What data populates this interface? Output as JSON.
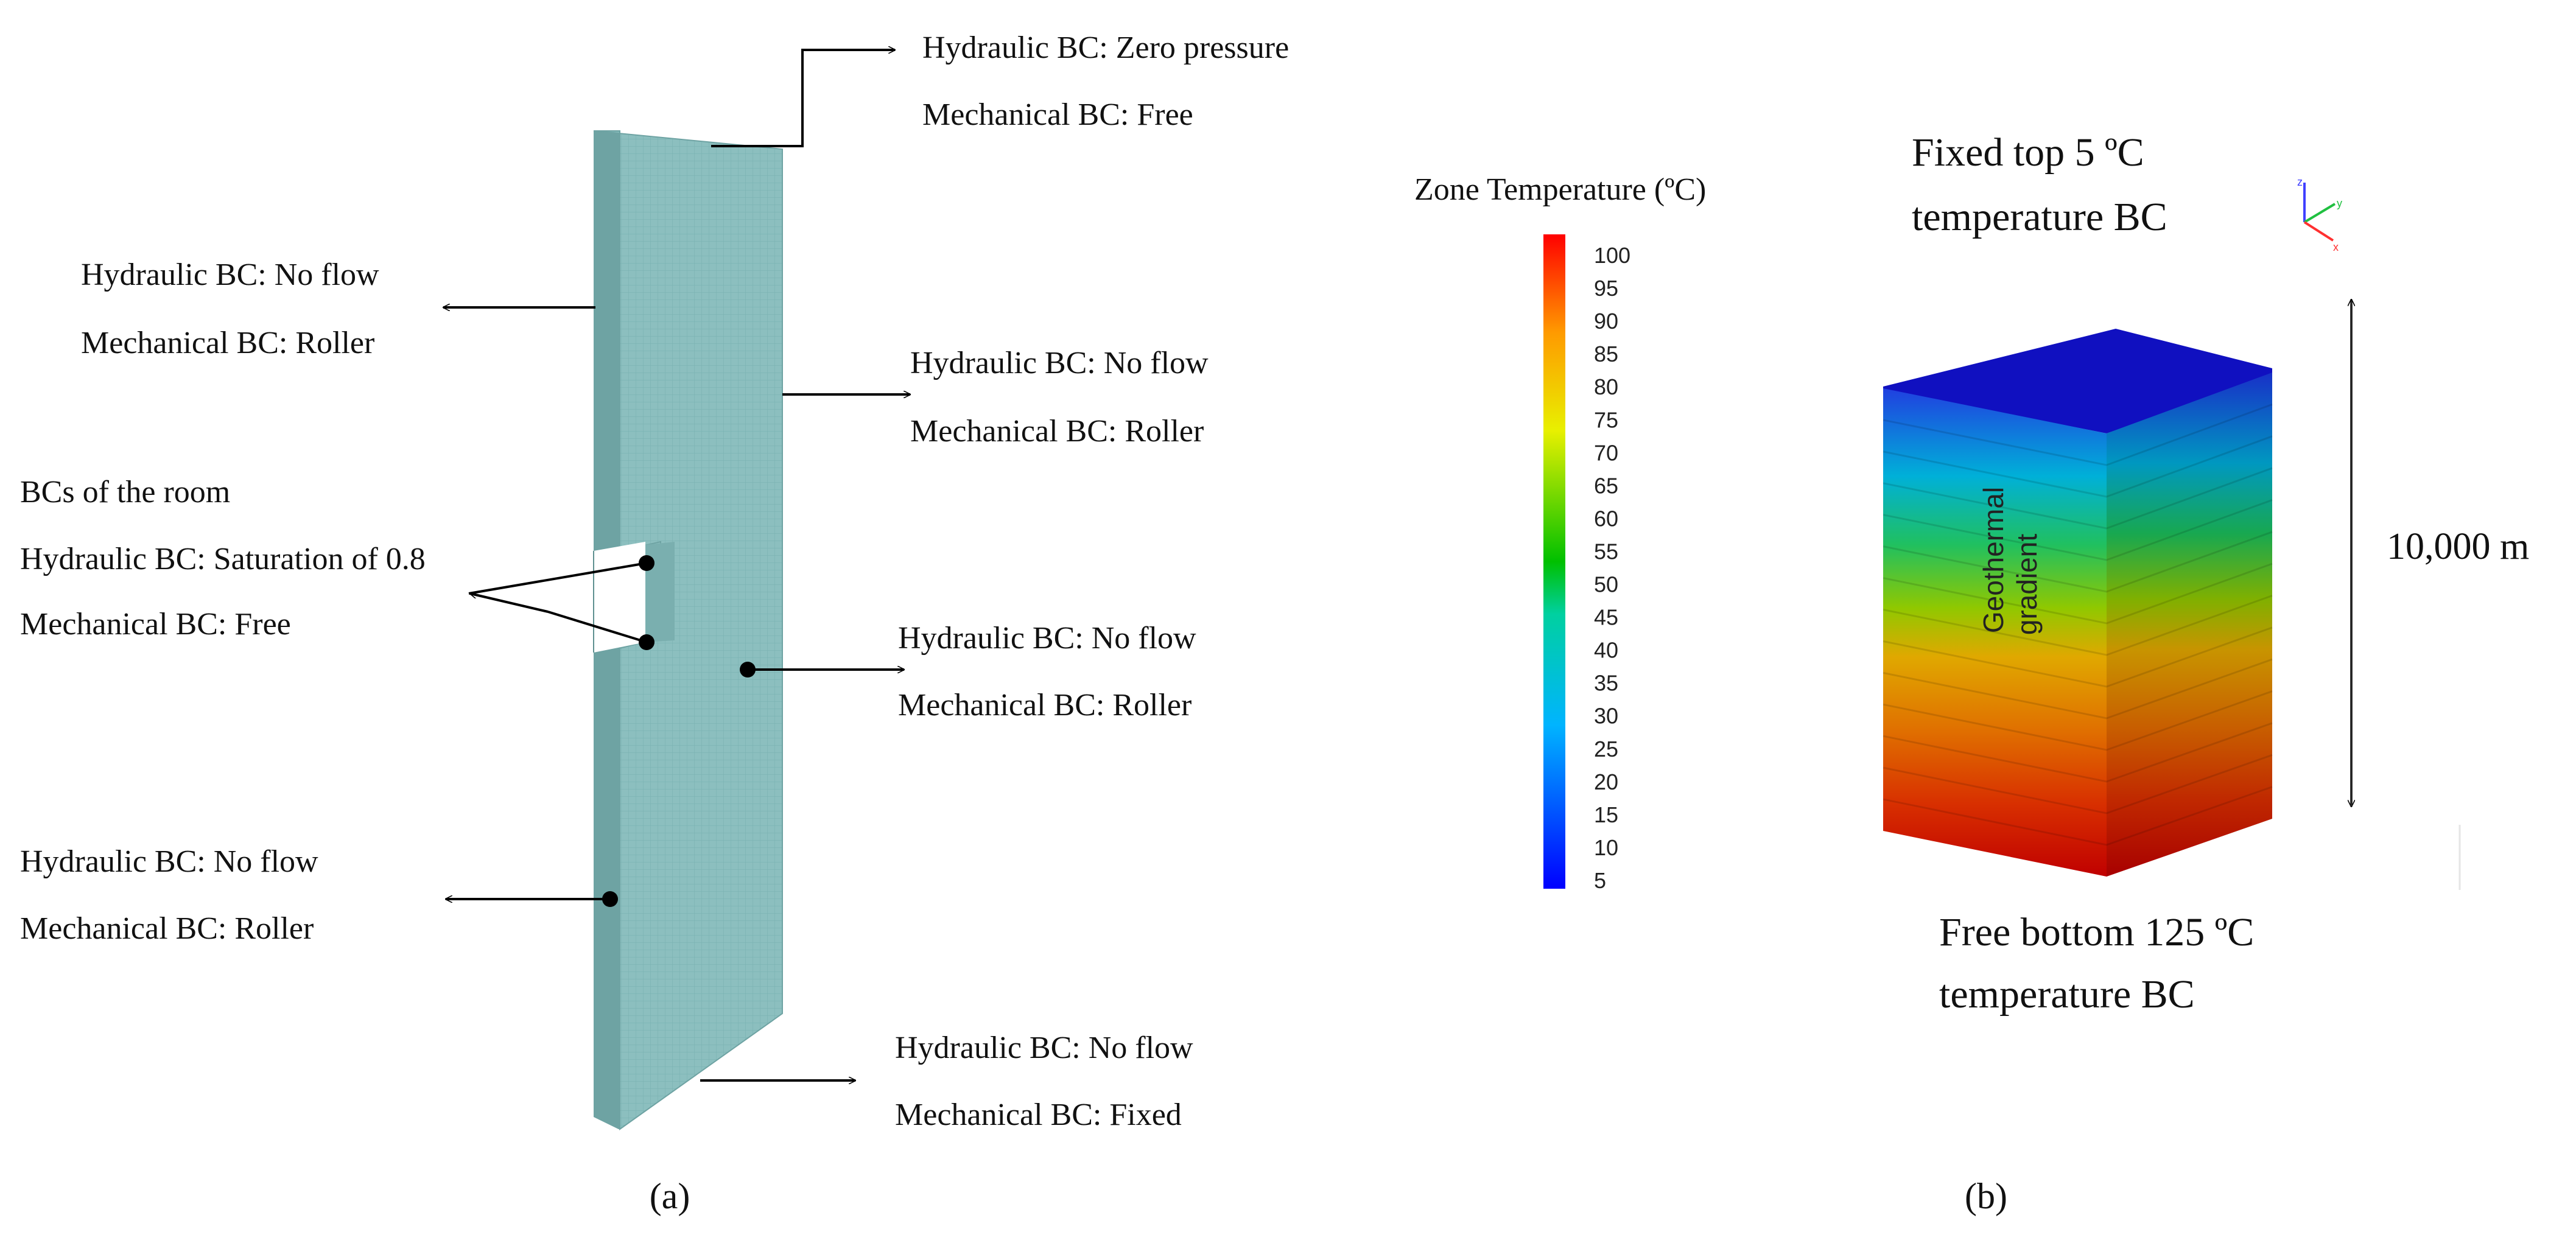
{
  "panel_a": {
    "caption": "(a)",
    "top": {
      "hydraulic": "Hydraulic BC: Zero pressure",
      "mechanical": "Mechanical BC: Free"
    },
    "left_upper": {
      "hydraulic": "Hydraulic BC: No flow",
      "mechanical": "Mechanical BC: Roller"
    },
    "right_upper": {
      "hydraulic": "Hydraulic BC: No flow",
      "mechanical": "Mechanical BC: Roller"
    },
    "room": {
      "title": "BCs of the room",
      "hydraulic": "Hydraulic BC: Saturation of 0.8",
      "mechanical": "Mechanical BC: Free"
    },
    "right_middle": {
      "hydraulic": "Hydraulic BC: No flow",
      "mechanical": "Mechanical BC: Roller"
    },
    "left_lower": {
      "hydraulic": "Hydraulic BC: No flow",
      "mechanical": "Mechanical BC: Roller"
    },
    "bottom": {
      "hydraulic": "Hydraulic BC: No flow",
      "mechanical": "Mechanical BC: Fixed"
    },
    "colors": {
      "mesh_face": "#8cbfbf",
      "mesh_side": "#6ea3a3",
      "mesh_line": "#7ab2b2"
    }
  },
  "panel_b": {
    "caption": "(b)",
    "legend_title": "Zone Temperature (ºC)",
    "legend_ticks": [
      "100",
      "95",
      "90",
      "85",
      "80",
      "75",
      "70",
      "65",
      "60",
      "55",
      "50",
      "45",
      "40",
      "35",
      "30",
      "25",
      "20",
      "15",
      "10",
      "5"
    ],
    "top_bc": [
      "Fixed top 5 ºC",
      "temperature BC"
    ],
    "bottom_bc": [
      "Free bottom 125 ºC",
      "temperature BC"
    ],
    "height_label": "10,000 m",
    "gradient_label": [
      "Geothermal",
      "gradient"
    ],
    "axis_labels": {
      "z": "z",
      "y": "y",
      "x": "x"
    },
    "colors": {
      "top_face": "#1010c0",
      "legend_low": "#0000ff",
      "legend_high": "#ff0000"
    }
  }
}
